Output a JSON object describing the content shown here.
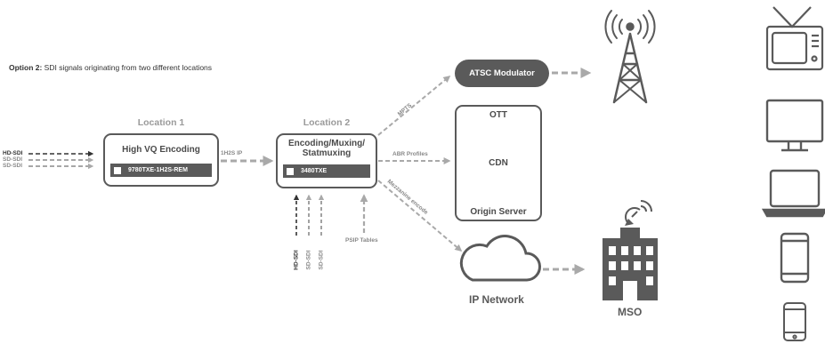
{
  "caption": {
    "bold": "Option 2:",
    "text": " SDI signals originating from two different locations"
  },
  "location1": {
    "title": "Location 1",
    "box_title": "High VQ Encoding",
    "device": "9780TXE-1H2S-REM"
  },
  "location2": {
    "title": "Location 2",
    "box_title_1": "Encoding/Muxing/",
    "box_title_2": "Statmuxing",
    "device": "3480TXE"
  },
  "inputs_left": [
    "HD-SDI",
    "SD-SDI",
    "SD-SDI"
  ],
  "inputs_bottom": [
    "HD-SDI",
    "SD-SDI",
    "SD-SDI"
  ],
  "links": {
    "l1_to_l2": "1H2S IP",
    "mpts": "MPTS",
    "abr": "ABR Profiles",
    "mezzanine": "Mezzanine encode",
    "psip": "PSIP Tables"
  },
  "atsc": "ATSC Modulator",
  "ott": {
    "title": "OTT",
    "cdn": "CDN",
    "origin": "Origin Server"
  },
  "ip_network": "IP Network",
  "mso": "MSO",
  "colors": {
    "dark": "#5a5a5a",
    "arrow": "#a9a9a9",
    "sdi_hd": "#333333",
    "sdi_sd": "#8a8a8a"
  }
}
